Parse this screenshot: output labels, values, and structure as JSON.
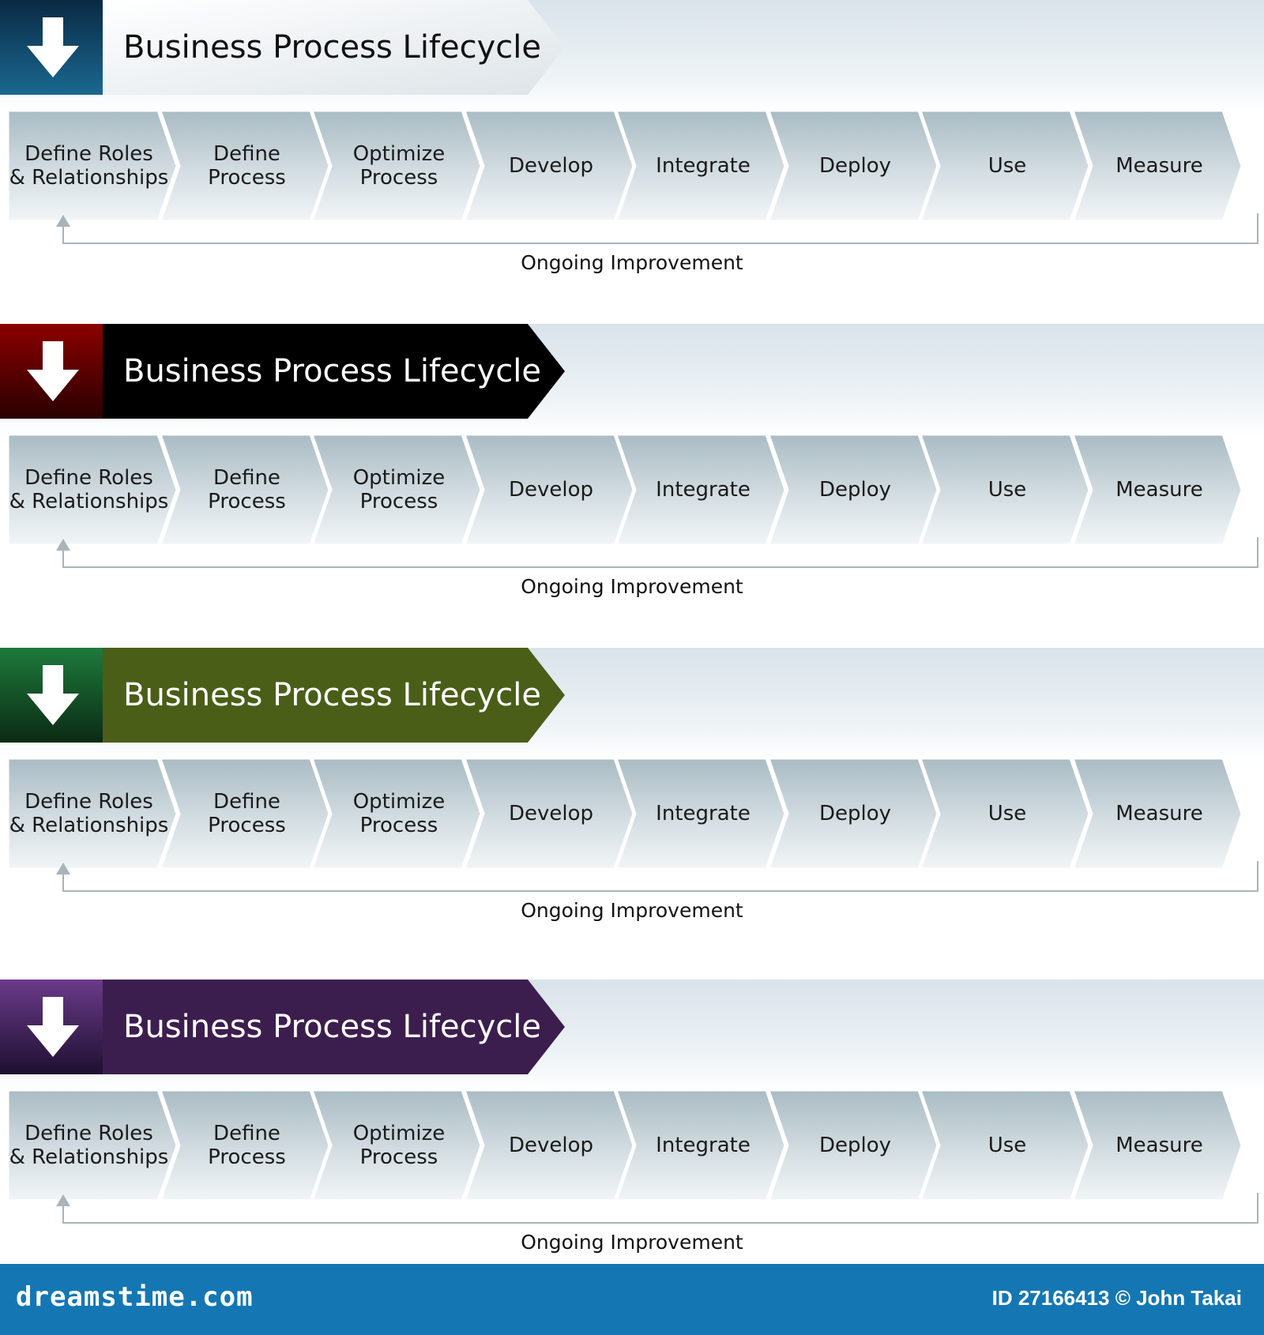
{
  "panels": [
    {
      "title": "Business Process Lifecycle",
      "icon_gradient": [
        "#0a2a44",
        "#1a6890"
      ],
      "banner_colors": [
        "#ffffff",
        "#dde4e8"
      ],
      "title_color": "#111111"
    },
    {
      "title": "Business Process Lifecycle",
      "icon_gradient": [
        "#8b0000",
        "#2a0000"
      ],
      "banner_colors": [
        "#000000",
        "#000000"
      ],
      "title_color": "#ffffff"
    },
    {
      "title": "Business Process Lifecycle",
      "icon_gradient": [
        "#1e7a3c",
        "#0b2a14"
      ],
      "banner_colors": [
        "#4a5e18",
        "#4a5e18"
      ],
      "title_color": "#ffffff"
    },
    {
      "title": "Business Process Lifecycle",
      "icon_gradient": [
        "#6a3a8a",
        "#1e1030"
      ],
      "banner_colors": [
        "#3c1e4e",
        "#3c1e4e"
      ],
      "title_color": "#ffffff"
    }
  ],
  "steps": [
    "Define Roles\n& Relationships",
    "Define\nProcess",
    "Optimize\nProcess",
    "Develop",
    "Integrate",
    "Deploy",
    "Use",
    "Measure"
  ],
  "loop_label": "Ongoing Improvement",
  "icons": {
    "banner": "down-arrow-icon",
    "loop": "up-arrow-icon"
  },
  "footer": {
    "logo": "dreamstime.com",
    "id_text": "ID 27166413 © John Takai"
  }
}
